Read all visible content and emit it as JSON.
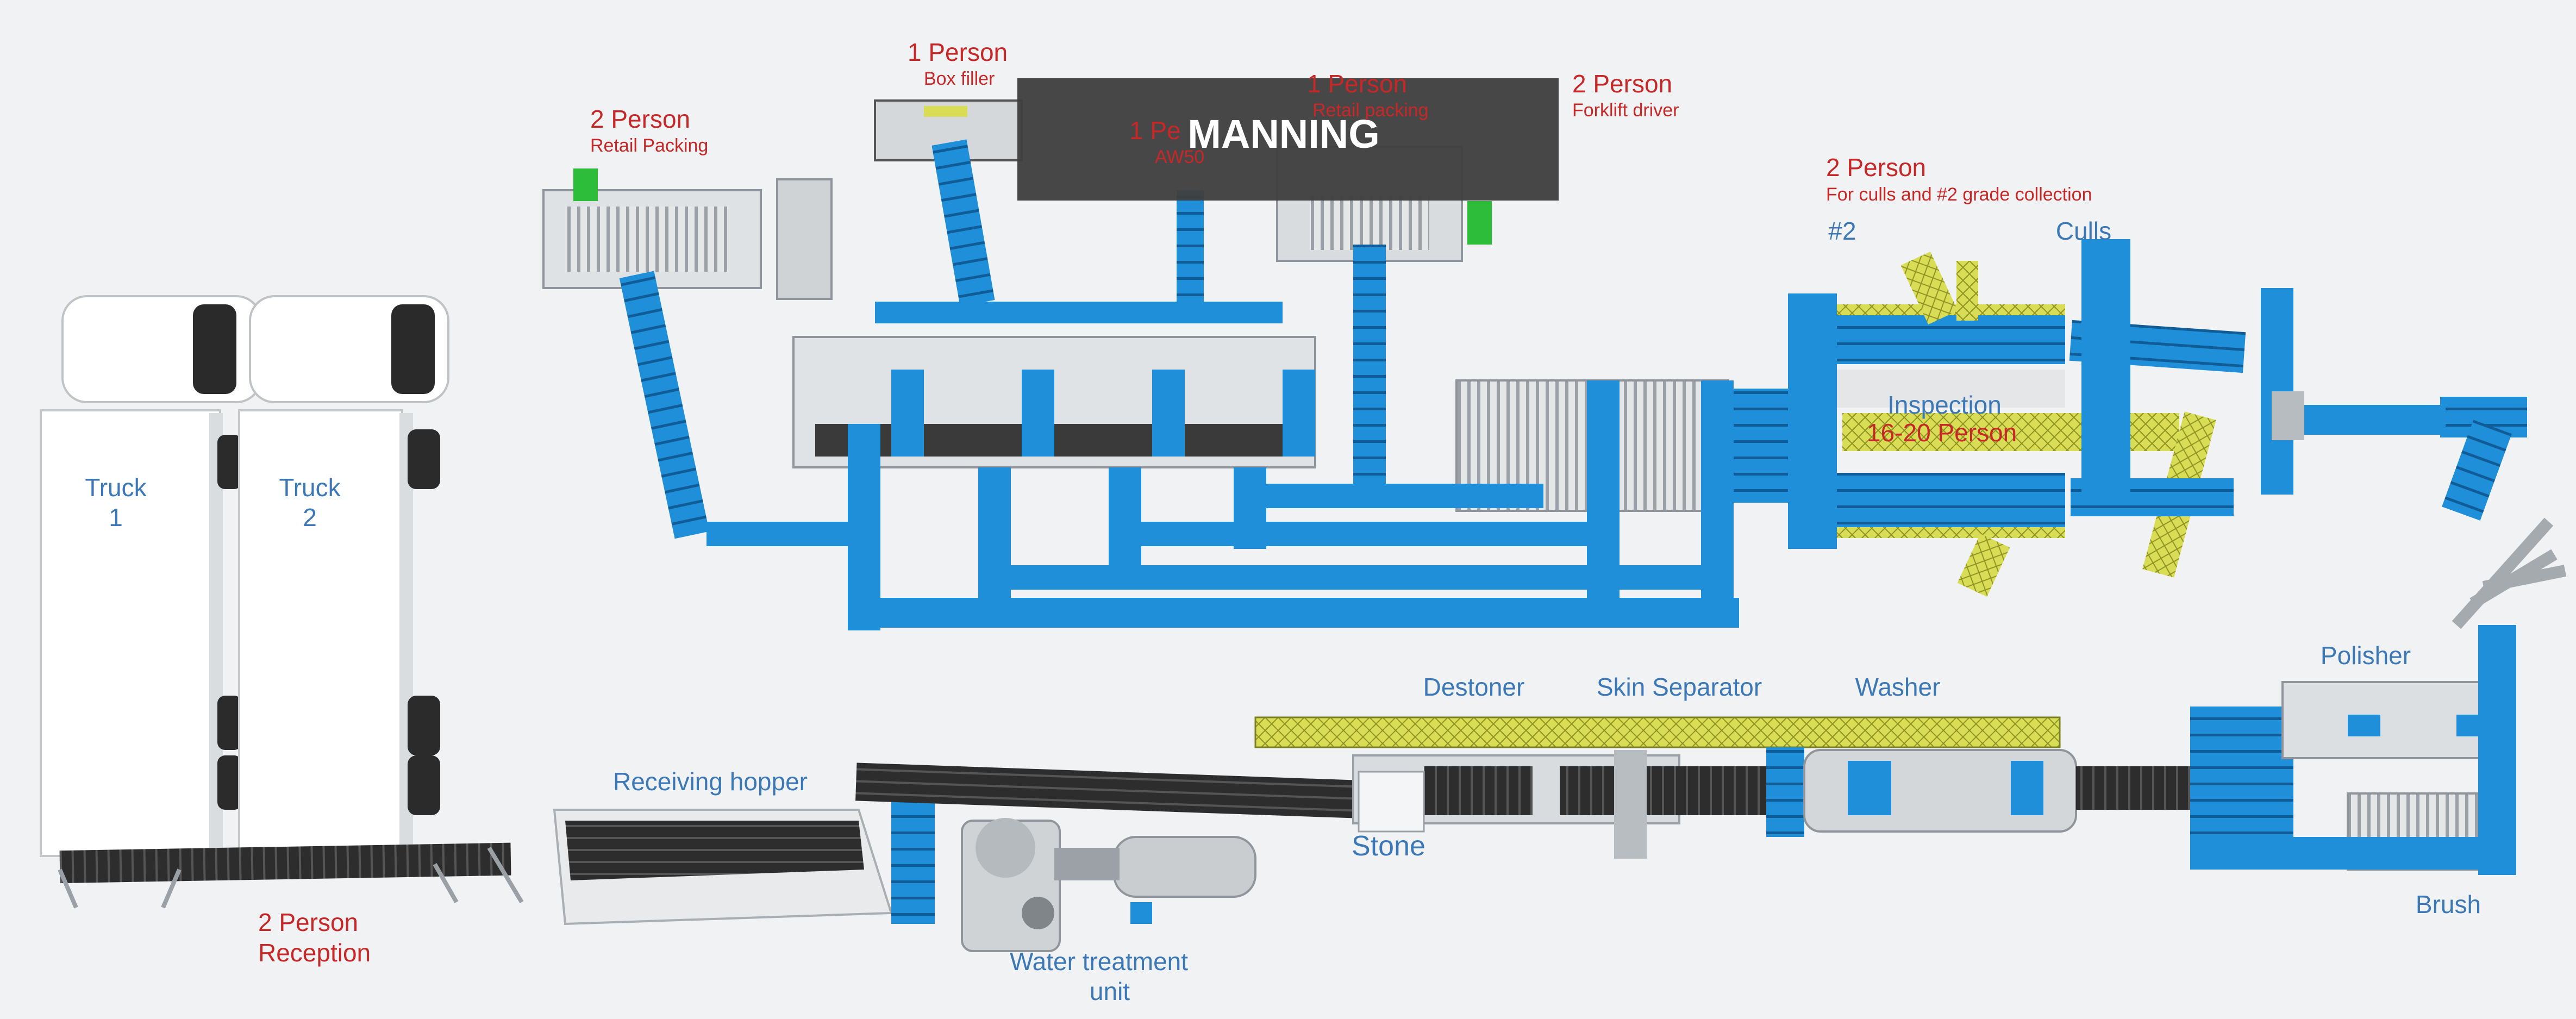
{
  "title_banner": "MANNING",
  "colors": {
    "background": "#f1f2f4",
    "conveyor_blue": "#1e8fd8",
    "conveyor_dark": "#0f5c96",
    "belt_black": "#2d2d2d",
    "inspection_yellow": "#d8dd55",
    "steel_grey": "#c5c9cc",
    "label_blue": "#3c78b5",
    "label_red": "#c62828",
    "banner_bg": "#3f3f3f"
  },
  "equipment_labels": {
    "truck1_line1": "Truck",
    "truck1_line2": "1",
    "truck2_line1": "Truck",
    "truck2_line2": "2",
    "receiving_hopper": "Receiving hopper",
    "water_treatment_line1": "Water treatment",
    "water_treatment_line2": "unit",
    "stone": "Stone",
    "destoner": "Destoner",
    "skin_separator": "Skin Separator",
    "washer": "Washer",
    "polisher": "Polisher",
    "brush": "Brush",
    "grade2": "#2",
    "culls": "Culls",
    "inspection": "Inspection"
  },
  "manning": {
    "reception_count": "2 Person",
    "reception_role": "Reception",
    "retail_left_count": "2 Person",
    "retail_left_role": "Retail Packing",
    "box_filler_count": "1 Person",
    "box_filler_role": "Box filler",
    "aw_count": "1 Pe",
    "aw_role": "AW50",
    "retail_right_count": "1 Person",
    "retail_right_role": "Retail packing",
    "forklift_count": "2 Person",
    "forklift_role": "Forklift driver",
    "culls_count": "2 Person",
    "culls_role": "For culls and #2 grade collection",
    "inspection_count": "16-20 Person"
  },
  "icons": {
    "truck": "truck-topview-icon",
    "hopper": "hopper-icon",
    "conveyor": "conveyor-icon"
  }
}
